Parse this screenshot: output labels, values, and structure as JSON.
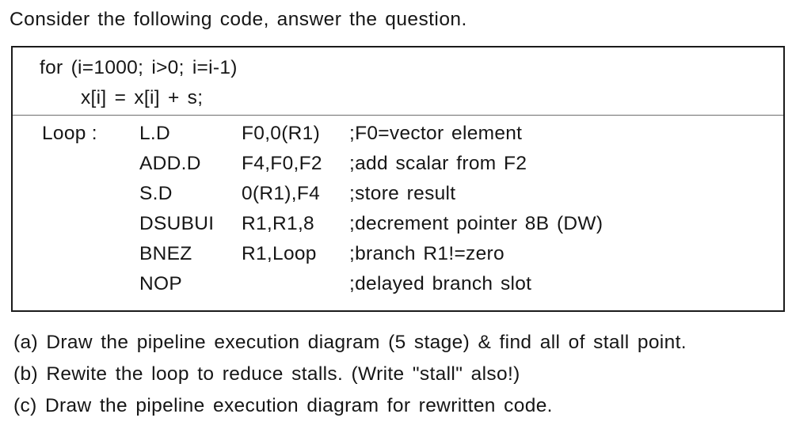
{
  "document": {
    "intro": "Consider the following code, answer the question.",
    "c_code": {
      "lines": [
        "for (i=1000; i>0; i=i-1)",
        "x[i] = x[i] + s;"
      ]
    },
    "assembly": {
      "columns": [
        "label",
        "mnemonic",
        "operands",
        "comment"
      ],
      "rows": [
        {
          "label": "Loop :",
          "mnemonic": "L.D",
          "operands": "F0,0(R1)",
          "comment": ";F0=vector element"
        },
        {
          "label": "",
          "mnemonic": "ADD.D",
          "operands": "F4,F0,F2",
          "comment": ";add scalar from F2"
        },
        {
          "label": "",
          "mnemonic": "S.D",
          "operands": "0(R1),F4",
          "comment": ";store result"
        },
        {
          "label": "",
          "mnemonic": "DSUBUI",
          "operands": "R1,R1,8",
          "comment": ";decrement pointer 8B (DW)"
        },
        {
          "label": "",
          "mnemonic": "BNEZ",
          "operands": "R1,Loop",
          "comment": ";branch R1!=zero"
        },
        {
          "label": "",
          "mnemonic": "NOP",
          "operands": "",
          "comment": ";delayed branch slot"
        }
      ]
    },
    "questions": [
      "(a) Draw the pipeline execution diagram (5 stage) & find all of stall point.",
      "(b) Rewite the loop to reduce stalls. (Write \"stall\" also!)",
      "(c) Draw the pipeline execution diagram for rewritten code."
    ]
  },
  "style": {
    "text_color": "#161616",
    "border_color": "#1b1b1b",
    "divider_color": "#6d6d6d",
    "background": "#ffffff"
  }
}
